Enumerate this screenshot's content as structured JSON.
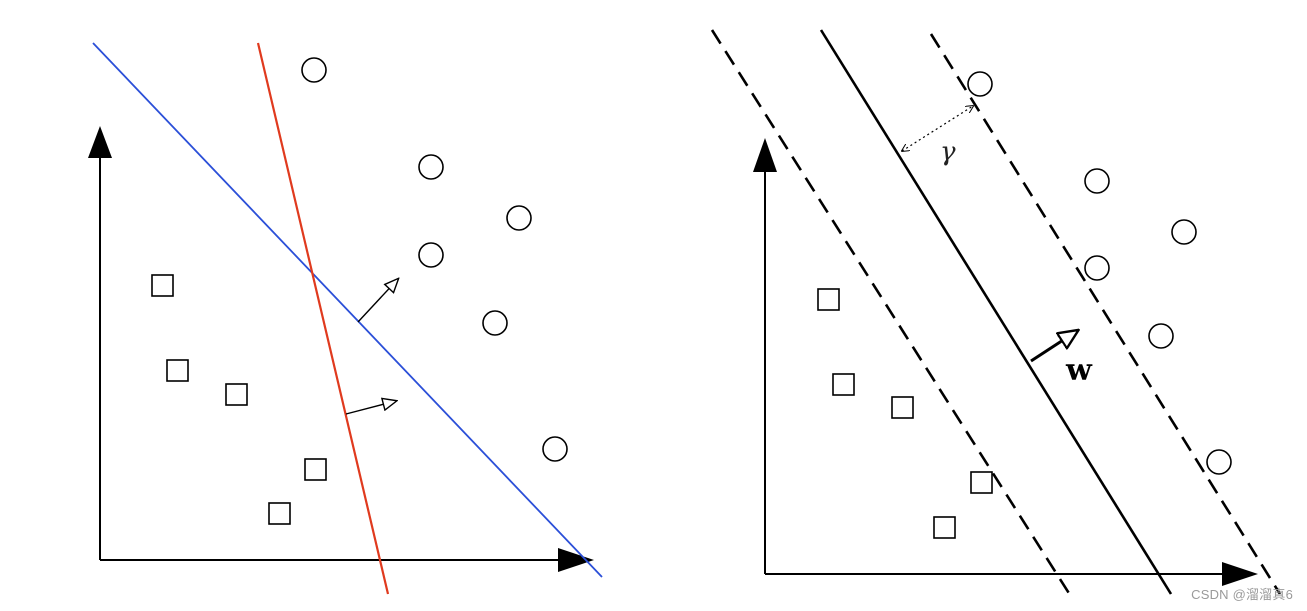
{
  "watermark": "CSDN @溜溜真6",
  "diagram": {
    "left_panel": {
      "class_a_marker": "circle",
      "class_b_marker": "square",
      "boundaries": [
        {
          "name": "blue-boundary",
          "color": "#2b4fd8"
        },
        {
          "name": "red-boundary",
          "color": "#e03a1e"
        }
      ]
    },
    "right_panel": {
      "class_a_marker": "circle",
      "class_b_marker": "square",
      "margin_label": "γ",
      "normal_label": "w",
      "line_color": "#000000"
    }
  }
}
